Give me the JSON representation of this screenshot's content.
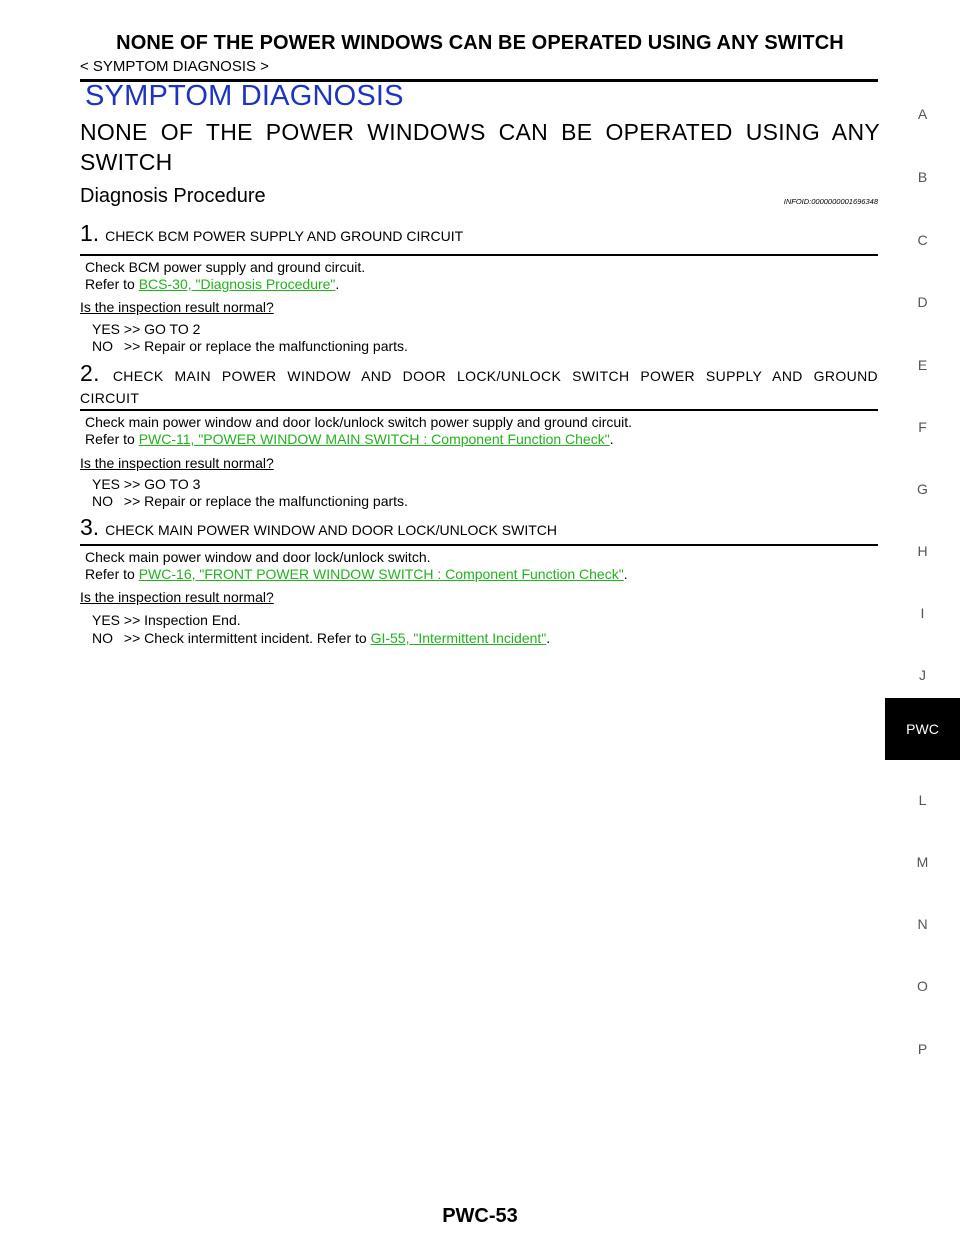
{
  "header": {
    "title": "NONE OF THE POWER WINDOWS CAN BE OPERATED USING ANY SWITCH",
    "breadcrumb": "< SYMPTOM DIAGNOSIS >"
  },
  "section_title": "SYMPTOM DIAGNOSIS",
  "main_title": "NONE OF THE POWER WINDOWS CAN BE OPERATED USING ANY SWITCH",
  "procedure": {
    "title": "Diagnosis Procedure",
    "infoid": "INFOID:0000000001696348"
  },
  "steps": [
    {
      "num": "1.",
      "heading": "CHECK BCM POWER SUPPLY AND GROUND CIRCUIT",
      "line1": "Check BCM power supply and ground circuit.",
      "refer_prefix": "Refer to ",
      "link": "BCS-30, \"Diagnosis Procedure\"",
      "refer_suffix": ".",
      "question": "Is the inspection result normal?",
      "yes_label": "YES",
      "yes_text": ">> GO TO 2",
      "no_label": "NO",
      "no_text": ">> Repair or replace the malfunctioning parts."
    },
    {
      "num": "2.",
      "heading": "CHECK MAIN POWER WINDOW AND DOOR LOCK/UNLOCK SWITCH POWER SUPPLY AND GROUND CIRCUIT",
      "line1": "Check main power window and door lock/unlock switch power supply and ground circuit.",
      "refer_prefix": "Refer to ",
      "link": "PWC-11, \"POWER WINDOW MAIN SWITCH : Component Function Check\"",
      "refer_suffix": ".",
      "question": "Is the inspection result normal?",
      "yes_label": "YES",
      "yes_text": ">> GO TO 3",
      "no_label": "NO",
      "no_text": ">> Repair or replace the malfunctioning parts."
    },
    {
      "num": "3.",
      "heading": "CHECK MAIN POWER WINDOW AND DOOR LOCK/UNLOCK SWITCH",
      "line1": "Check main power window and door lock/unlock switch.",
      "refer_prefix": "Refer to ",
      "link": "PWC-16, \"FRONT POWER WINDOW SWITCH : Component Function Check\"",
      "refer_suffix": ".",
      "question": "Is the inspection result normal?",
      "yes_label": "YES",
      "yes_text": ">> Inspection End.",
      "no_label": "NO",
      "no_text_prefix": ">> Check intermittent incident. Refer to ",
      "no_link": "GI-55, \"Intermittent Incident\"",
      "no_text_suffix": "."
    }
  ],
  "tabs": [
    "A",
    "B",
    "C",
    "D",
    "E",
    "F",
    "G",
    "H",
    "I",
    "J",
    "PWC",
    "L",
    "M",
    "N",
    "O",
    "P"
  ],
  "active_tab": "PWC",
  "footer": {
    "page": "PWC-53"
  },
  "colors": {
    "section_title": "#1d33c4",
    "link": "#23b21e",
    "active_tab_bg": "#000000"
  }
}
